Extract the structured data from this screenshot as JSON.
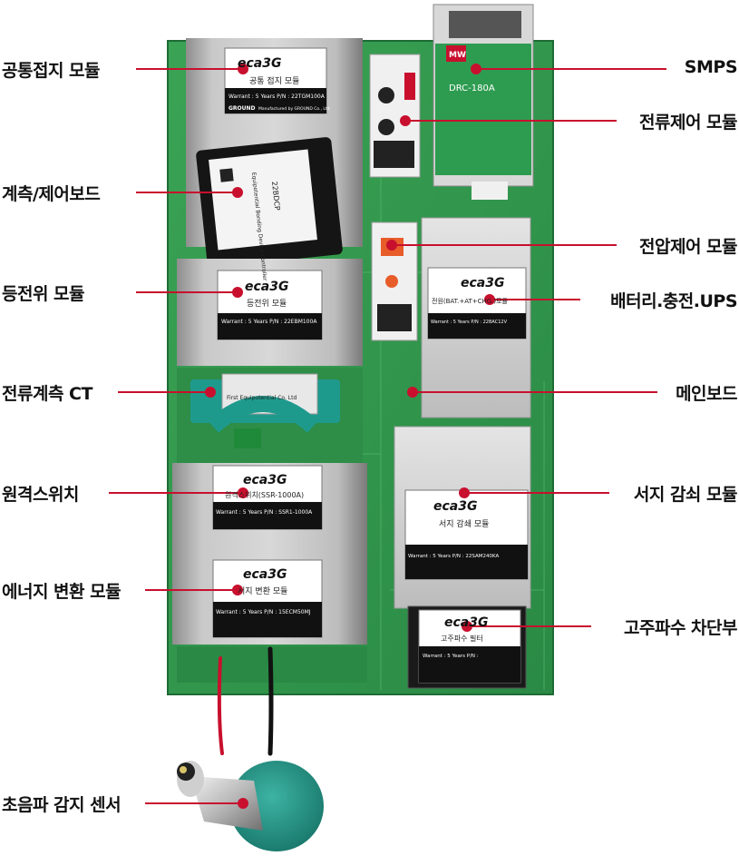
{
  "labels_left": [
    "공통접지 모듈",
    "계측/제어보드",
    "등전위 모듈",
    "전류계측 CT",
    "원격스위치",
    "에너지 변환 모듈",
    "초음파 감지 센서"
  ],
  "labels_right": [
    "SMPS",
    "전류제어 모듈",
    "전압제어 모듈",
    "배터리.충전.UPS",
    "메인보드",
    "서지 감쇠 모듈",
    "고주파수 차단부"
  ],
  "modules": {
    "brand": "eca3G",
    "common_ground": {
      "name": "공통 접지 모듈",
      "spec": "Warrant : 5 Years   P/N : 22TGM100A"
    },
    "control_board": {
      "name": "Equipotential Bonding Device Controller",
      "pn": "22BDCP"
    },
    "equipotential": {
      "name": "등전위 모듈",
      "spec": "Warrant : 5 Years   P/N : 22EBM100A"
    },
    "ct": {
      "name": "First Equipotential Co. Ltd"
    },
    "remote_switch": {
      "name": "원격스위치(SSR-1000A)",
      "spec": "Warrant : 5 Years   P/N : SSR1-1000A"
    },
    "energy": {
      "name": "서지 변환 모듈",
      "spec": "Warrant : 5 Years   P/N : 15ECM50MJ"
    },
    "battery": {
      "name": "전원(BAT.+AT+CHG.)모듈",
      "spec": "Warrant : 5 Years   P/N : 22BAC12V"
    },
    "surge": {
      "name": "서지 감쇄 모듈",
      "spec": "Warrant : 5 Years   P/N : 22SAM240KA"
    },
    "hf": {
      "name": "고주파수 필터",
      "spec": "Warrant : 5 Years   P/N :"
    },
    "smps": {
      "model": "DRC-180A",
      "brand": "MW"
    },
    "maker": "GROUND",
    "maker_line": "Manufactured by GROUND Co., Ltd."
  },
  "colors": {
    "accent": "#c8102e",
    "board": "#2e9a4a",
    "metal": "#a9a9a9",
    "teal": "#1f8f83"
  }
}
